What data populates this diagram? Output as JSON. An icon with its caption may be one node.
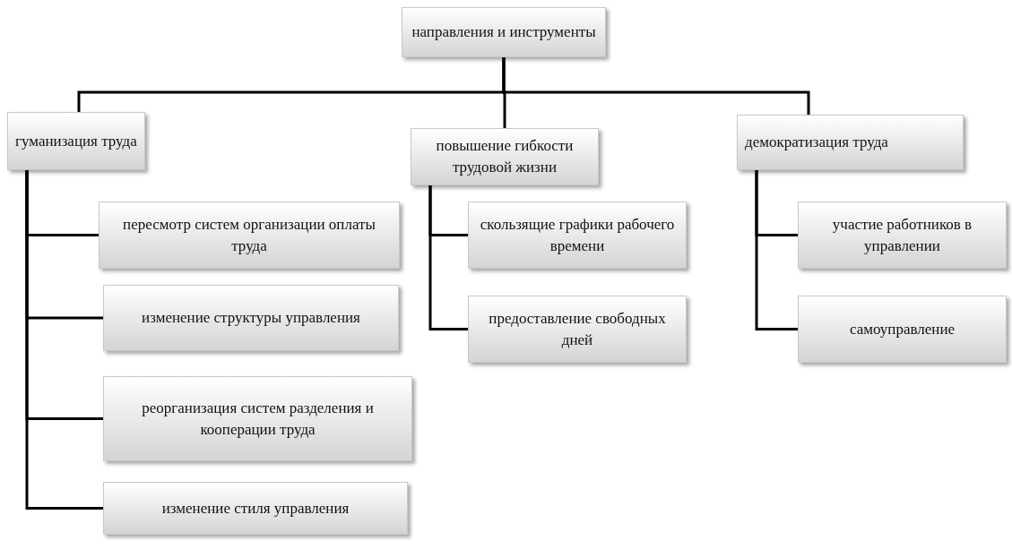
{
  "diagram": {
    "nodes": [
      {
        "text": [
          "направления и инструменты"
        ]
      },
      {
        "text": [
          "гуманизация труда"
        ]
      },
      {
        "text": [
          "повышение гибкости трудовой жизни"
        ]
      },
      {
        "text": [
          "демократизация труда"
        ]
      },
      {
        "text": [
          "пересмотр систем организации оплаты труда"
        ]
      },
      {
        "text": [
          "изменение структуры управления"
        ]
      },
      {
        "text": [
          "реорганизация систем разделения и кооперации труда"
        ]
      },
      {
        "text": [
          "изменение стиля управления"
        ]
      },
      {
        "text": [
          "скользящие графики рабочего времени"
        ]
      },
      {
        "text": [
          "предоставление свободных дней"
        ]
      },
      {
        "text": [
          "участие работников в управлении"
        ]
      },
      {
        "text": [
          "самоуправление"
        ]
      }
    ],
    "edges": [
      {
        "from": 0,
        "to": 1,
        "arrow": "none"
      },
      {
        "from": 0,
        "to": 2,
        "arrow": "none"
      },
      {
        "from": 0,
        "to": 3,
        "arrow": "none"
      },
      {
        "from": 1,
        "to": 4,
        "arrow": "none"
      },
      {
        "from": 1,
        "to": 5,
        "arrow": "none"
      },
      {
        "from": 1,
        "to": 6,
        "arrow": "none"
      },
      {
        "from": 1,
        "to": 7,
        "arrow": "none"
      },
      {
        "from": 2,
        "to": 8,
        "arrow": "none"
      },
      {
        "from": 2,
        "to": 9,
        "arrow": "none"
      },
      {
        "from": 3,
        "to": 10,
        "arrow": "none"
      },
      {
        "from": 3,
        "to": 11,
        "arrow": "none"
      }
    ]
  }
}
